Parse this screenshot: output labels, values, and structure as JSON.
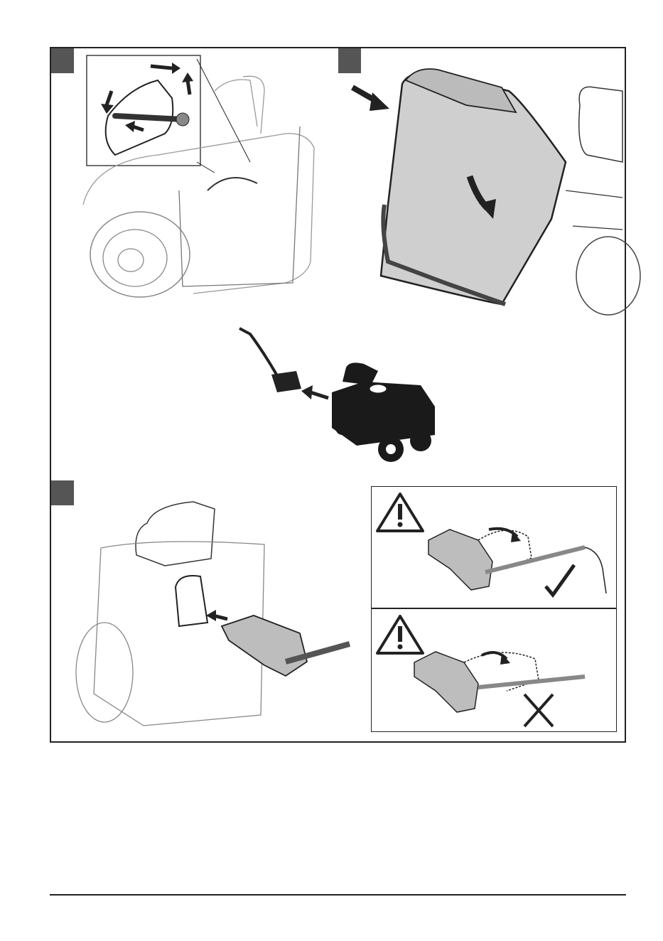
{
  "document": {
    "type": "instruction-illustration-page",
    "panels": [
      {
        "id": "panel-1",
        "badge": "step-badge",
        "subject": "grass-catcher-frame-attachment"
      },
      {
        "id": "panel-2",
        "badge": "step-badge",
        "subject": "collector-bag-mounting"
      },
      {
        "id": "panel-3",
        "subject": "mower-approach-deflector"
      },
      {
        "id": "panel-4",
        "badge": "step-badge",
        "subject": "deflector-insertion"
      }
    ],
    "insets": [
      {
        "id": "inset-correct",
        "icon": "warning-triangle-icon",
        "mark": "check-mark-icon"
      },
      {
        "id": "inset-incorrect",
        "icon": "warning-triangle-icon",
        "mark": "cross-mark-icon"
      }
    ]
  },
  "colors": {
    "line": "#222222",
    "badge": "#555555",
    "fill_gray": "#cfcfcf",
    "fill_dark": "#1a1a1a"
  }
}
